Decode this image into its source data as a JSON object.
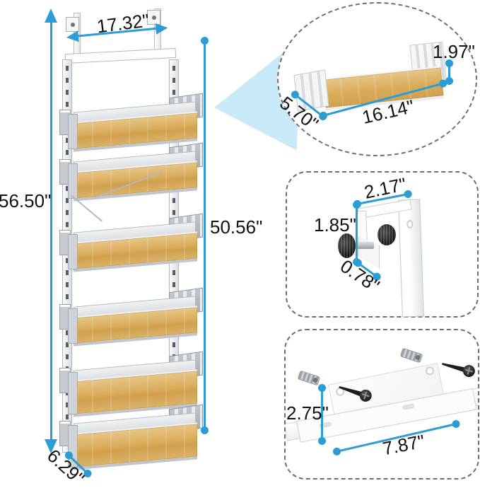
{
  "colors": {
    "accent": "#2c9cd4",
    "text": "#111111",
    "bamboo": "#d9ab59",
    "bamboo_light": "#e8c687",
    "wedge": "#c8e9f8"
  },
  "main_view": {
    "tier_count": 6,
    "overall_height": "56.50\"",
    "hanger_width": "17.32\"",
    "rail_height": "50.56\"",
    "base_depth": "6.29\""
  },
  "basket_inset": {
    "height": "1.97\"",
    "depth": "5.70\"",
    "length": "16.14\""
  },
  "hook_inset": {
    "hook_width": "2.17\"",
    "hook_height": "1.85\"",
    "lip_depth": "0.78\""
  },
  "bracket_inset": {
    "plate_height": "2.75\"",
    "bracket_length": "7.87\""
  }
}
